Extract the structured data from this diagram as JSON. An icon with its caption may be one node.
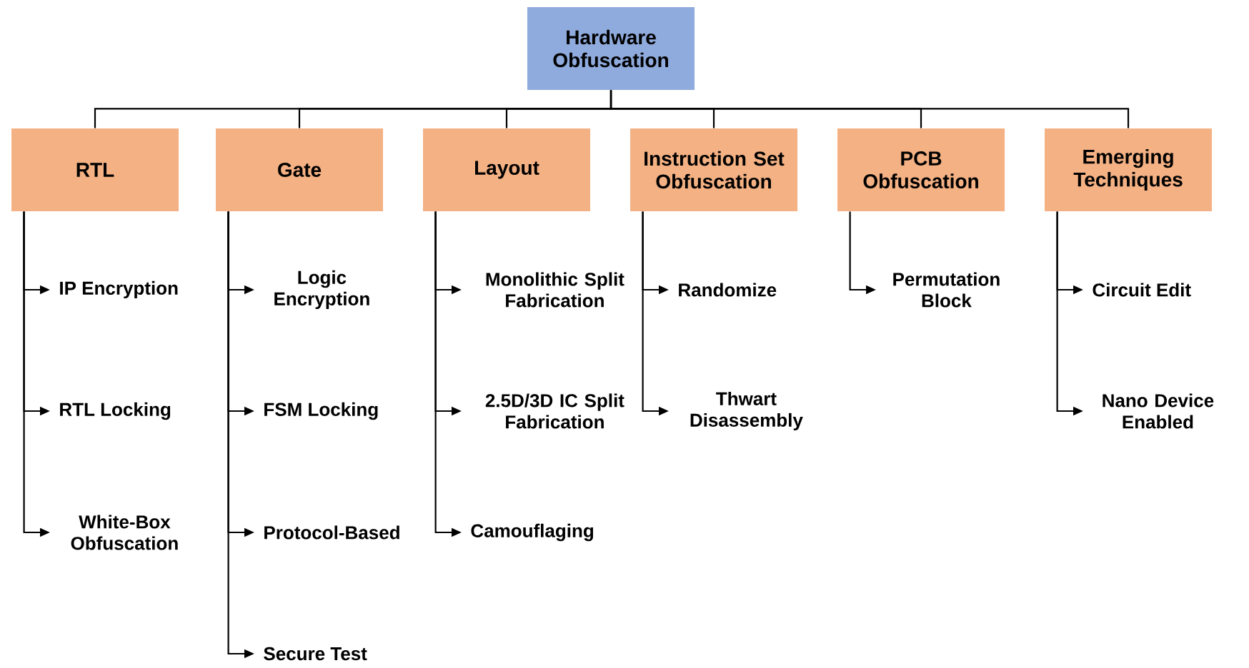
{
  "diagram": {
    "nodes": [
      {
        "text": [
          "Hardware Obfuscation"
        ]
      },
      {
        "text": [
          "RTL"
        ]
      },
      {
        "text": [
          "Gate"
        ]
      },
      {
        "text": [
          "Layout"
        ]
      },
      {
        "text": [
          "Instruction Set Obfuscation"
        ]
      },
      {
        "text": [
          "PCB Obfuscation"
        ]
      },
      {
        "text": [
          "Emerging Techniques"
        ]
      },
      {
        "text": [
          "IP Encryption"
        ]
      },
      {
        "text": [
          "RTL Locking"
        ]
      },
      {
        "text": [
          "White-Box Obfuscation"
        ]
      },
      {
        "text": [
          "Logic Encryption"
        ]
      },
      {
        "text": [
          "FSM Locking"
        ]
      },
      {
        "text": [
          "Protocol-Based"
        ]
      },
      {
        "text": [
          "Secure Test"
        ]
      },
      {
        "text": [
          "Monolithic Split Fabrication"
        ]
      },
      {
        "text": [
          "2.5D/3D IC Split Fabrication"
        ]
      },
      {
        "text": [
          "Camouflaging"
        ]
      },
      {
        "text": [
          "Randomize"
        ]
      },
      {
        "text": [
          "Thwart Disassembly"
        ]
      },
      {
        "text": [
          "Permutation Block"
        ]
      },
      {
        "text": [
          "Circuit Edit"
        ]
      },
      {
        "text": [
          "Nano Device Enabled"
        ]
      }
    ],
    "edges": [
      {
        "from": 0,
        "to": 1,
        "arrow": "none"
      },
      {
        "from": 0,
        "to": 2,
        "arrow": "none"
      },
      {
        "from": 0,
        "to": 3,
        "arrow": "none"
      },
      {
        "from": 0,
        "to": 4,
        "arrow": "none"
      },
      {
        "from": 0,
        "to": 5,
        "arrow": "none"
      },
      {
        "from": 0,
        "to": 6,
        "arrow": "none"
      },
      {
        "from": 1,
        "to": 7,
        "arrow": "to"
      },
      {
        "from": 1,
        "to": 8,
        "arrow": "to"
      },
      {
        "from": 1,
        "to": 9,
        "arrow": "to"
      },
      {
        "from": 2,
        "to": 10,
        "arrow": "to"
      },
      {
        "from": 2,
        "to": 11,
        "arrow": "to"
      },
      {
        "from": 2,
        "to": 12,
        "arrow": "to"
      },
      {
        "from": 2,
        "to": 13,
        "arrow": "to"
      },
      {
        "from": 3,
        "to": 14,
        "arrow": "to"
      },
      {
        "from": 3,
        "to": 15,
        "arrow": "to"
      },
      {
        "from": 3,
        "to": 16,
        "arrow": "to"
      },
      {
        "from": 4,
        "to": 17,
        "arrow": "to"
      },
      {
        "from": 4,
        "to": 18,
        "arrow": "to"
      },
      {
        "from": 5,
        "to": 19,
        "arrow": "to"
      },
      {
        "from": 6,
        "to": 20,
        "arrow": "to"
      },
      {
        "from": 6,
        "to": 21,
        "arrow": "to"
      }
    ]
  }
}
